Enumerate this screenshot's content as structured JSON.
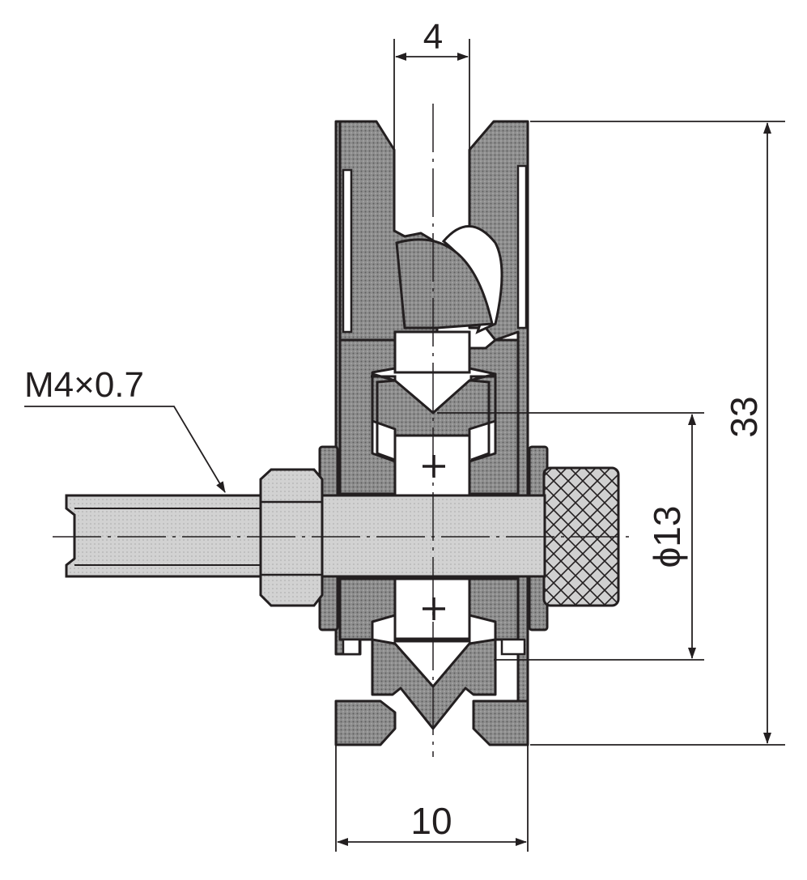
{
  "dimensions": {
    "groove_width": "4",
    "overall_height": "33",
    "bearing_diameter": "ϕ13",
    "overall_width": "10"
  },
  "thread_callout": "M4×0.7",
  "colors": {
    "ink": "#231f20",
    "section_fill": "#8c8c8c",
    "part_fill": "#cfcfcf",
    "background": "#ffffff"
  }
}
